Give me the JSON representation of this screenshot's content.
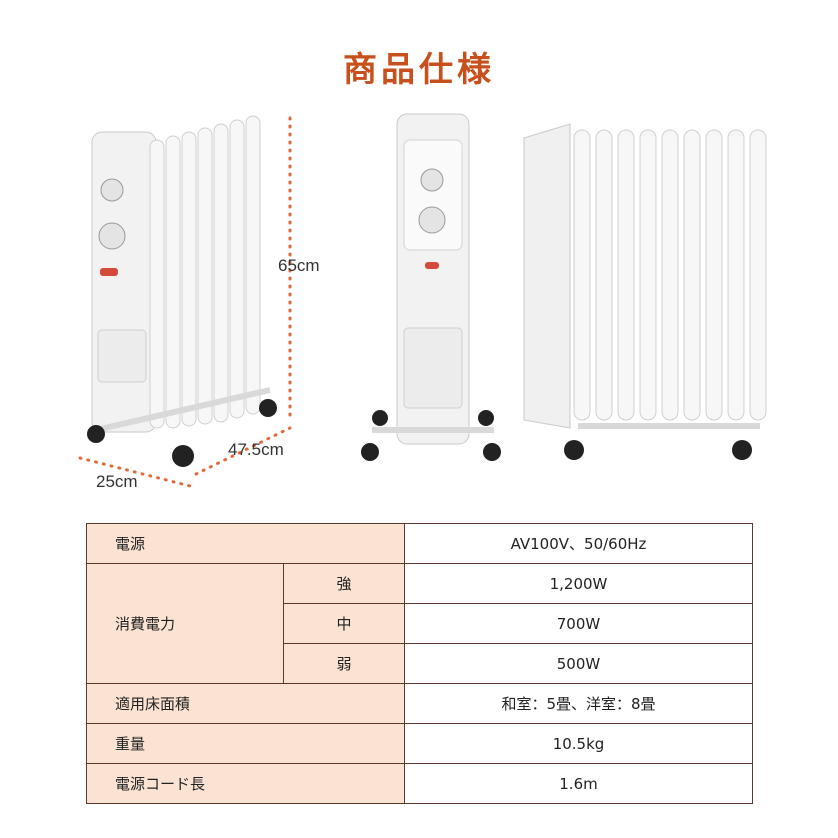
{
  "title": "商品仕様",
  "colors": {
    "title": "#c8501c",
    "label_bg": "#fbe3d3",
    "border": "#5b3a2c",
    "dim_line": "#e2683a"
  },
  "dimensions": {
    "height": "65cm",
    "width": "47.5cm",
    "depth": "25cm"
  },
  "specs": {
    "power_source": {
      "label": "電源",
      "value": "AV100V、50/60Hz"
    },
    "power_consumption": {
      "label": "消費電力",
      "levels": [
        {
          "label": "強",
          "value": "1,200W"
        },
        {
          "label": "中",
          "value": "700W"
        },
        {
          "label": "弱",
          "value": "500W"
        }
      ]
    },
    "floor_area": {
      "label": "適用床面積",
      "value": "和室：5畳、洋室：8畳"
    },
    "weight": {
      "label": "重量",
      "value": "10.5kg"
    },
    "cord_length": {
      "label": "電源コード長",
      "value": "1.6m"
    }
  }
}
